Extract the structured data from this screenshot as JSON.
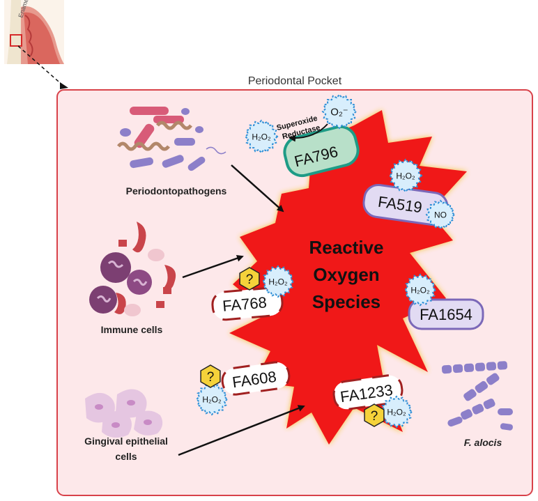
{
  "thumbnail": {
    "label": "Enamel"
  },
  "title": "Periodontal Pocket",
  "center": {
    "line1": "Reactive",
    "line2": "Oxygen",
    "line3": "Species"
  },
  "labels": {
    "pathogens": "Periodontopathogens",
    "immune": "Immune cells",
    "gingival_line1": "Gingival epithelial",
    "gingival_line2": "cells",
    "falocis": "F. alocis"
  },
  "enzyme": {
    "line1": "Superoxide",
    "line2": "Reductase"
  },
  "proteins": {
    "fa796": "FA796",
    "fa519": "FA519",
    "fa768": "FA768",
    "fa1654": "FA1654",
    "fa608": "FA608",
    "fa1233": "FA1233"
  },
  "molecules": {
    "h2o2": "H₂O₂",
    "o2": "O₂⁻",
    "no": "NO",
    "unknown": "?"
  },
  "colors": {
    "pocket_fill": "#fde8ea",
    "pocket_border": "#d8424a",
    "burst_fill": "#f01818",
    "burst_glow": "#f2c12a",
    "molecule_fill": "#d8eefc",
    "molecule_border": "#2f8fd6",
    "fa796_fill": "#b8e0c9",
    "fa796_border": "#1e9b86",
    "lilac_fill": "#e2dbf3",
    "lilac_border": "#7b68b8",
    "dashed_border": "#a02020",
    "unknown_fill": "#f5d23a"
  }
}
